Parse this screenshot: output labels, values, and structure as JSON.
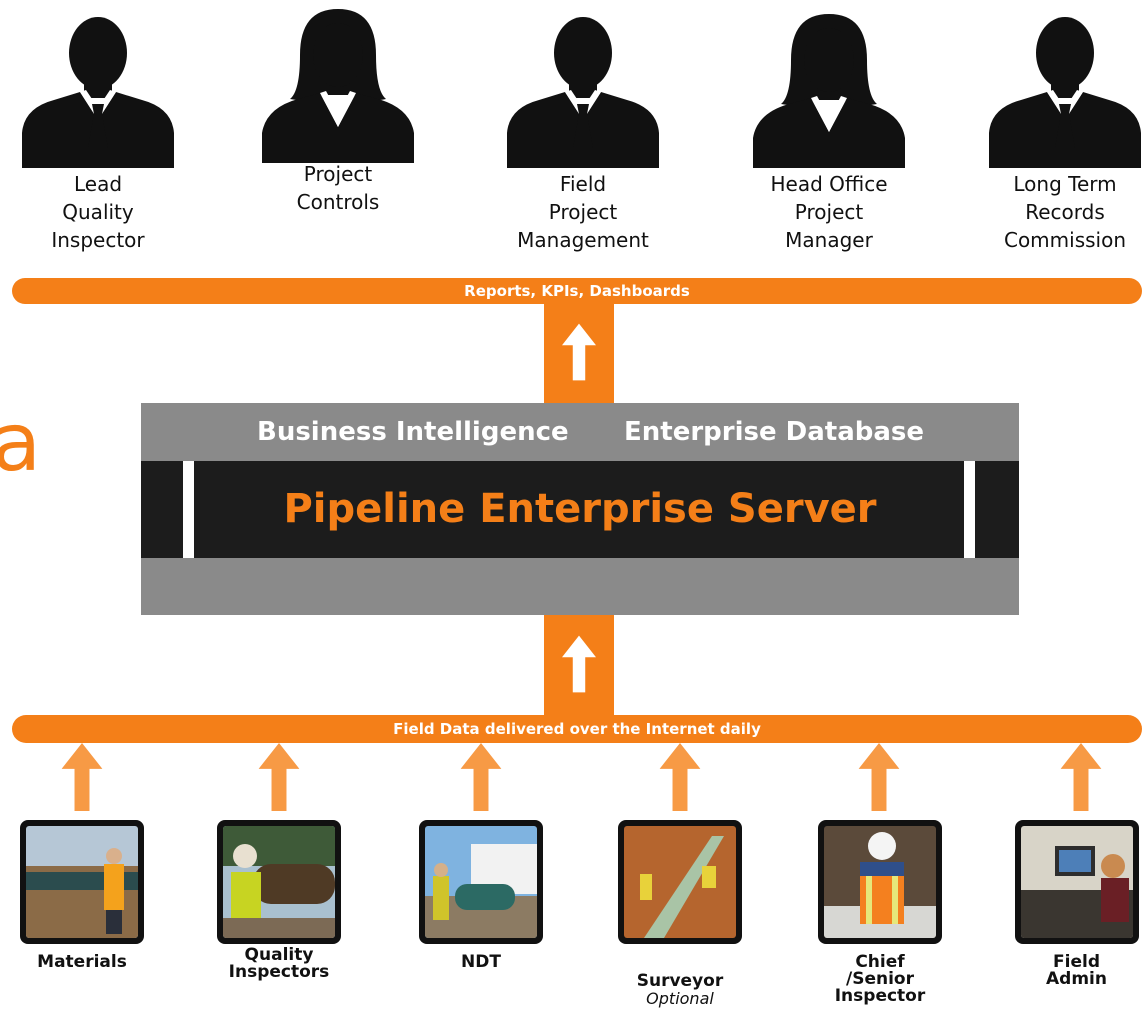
{
  "top_bar": {
    "label": "Reports, KPIs, Dashboards"
  },
  "bottom_bar": {
    "label": "Field Data delivered over the Internet daily"
  },
  "server": {
    "left_label": "Business Intelligence",
    "right_label": "Enterprise Database",
    "title": "Pipeline Enterprise Server"
  },
  "cut_text": "a",
  "people": [
    {
      "label": "Lead\nQuality\nInspector",
      "icon": "male-silhouette-icon"
    },
    {
      "label": "Project\nControls",
      "icon": "female-silhouette-icon"
    },
    {
      "label": "Field\nProject\nManagement",
      "icon": "male-silhouette-icon"
    },
    {
      "label": "Head Office\nProject\nManager",
      "icon": "female-silhouette-icon"
    },
    {
      "label": "Long Term\nRecords\nCommission",
      "icon": "male-silhouette-icon"
    }
  ],
  "roles": [
    {
      "label": "Materials",
      "sub": ""
    },
    {
      "label": "Quality\nInspectors",
      "sub": ""
    },
    {
      "label": "NDT",
      "sub": ""
    },
    {
      "label": "Surveyor",
      "sub": "Optional"
    },
    {
      "label": "Chief\n/Senior Inspector",
      "sub": ""
    },
    {
      "label": "Field\nAdmin",
      "sub": ""
    }
  ],
  "colors": {
    "accent": "#f47f18",
    "server_gray": "#8a8a8a",
    "server_dark": "#1c1c1c"
  }
}
